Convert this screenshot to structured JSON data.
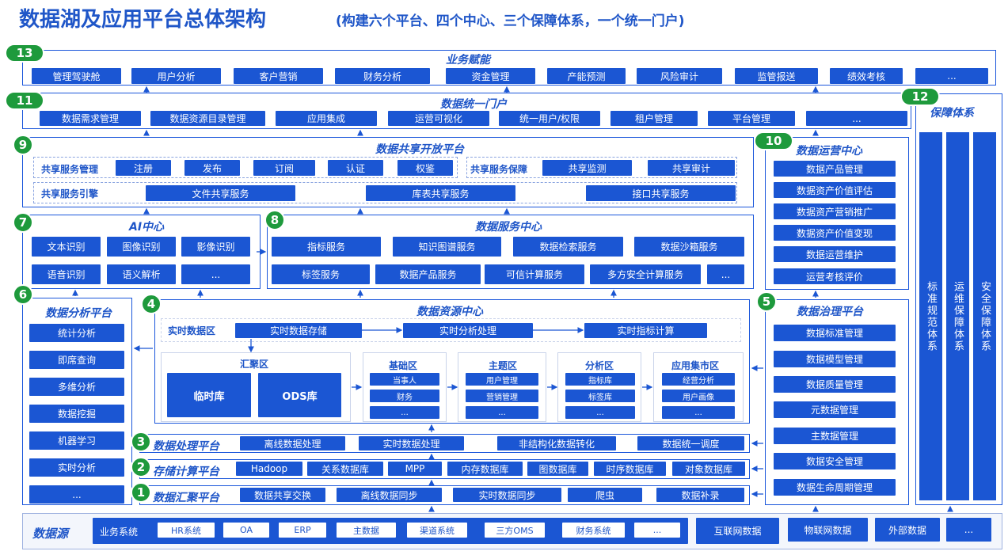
{
  "header": {
    "title": "数据湖及应用平台总体架构",
    "subtitle": "(构建六个平台、四个中心、三个保障体系，一个统一门户)"
  },
  "biz": {
    "num": "13",
    "title": "业务赋能",
    "items": [
      "管理驾驶舱",
      "用户分析",
      "客户营销",
      "财务分析",
      "资金管理",
      "产能预测",
      "风险审计",
      "监管报送",
      "绩效考核",
      "..."
    ]
  },
  "portal": {
    "num": "11",
    "title": "数据统一门户",
    "items": [
      "数据需求管理",
      "数据资源目录管理",
      "应用集成",
      "运营可视化",
      "统一用户/权限",
      "租户管理",
      "平台管理",
      "..."
    ]
  },
  "guard": {
    "num": "12",
    "title": "保障体系",
    "items": [
      "标准规范体系",
      "运维保障体系",
      "安全保障体系"
    ]
  },
  "share": {
    "num": "9",
    "title": "数据共享开放平台",
    "mgmt_label": "共享服务管理",
    "mgmt": [
      "注册",
      "发布",
      "订阅",
      "认证",
      "权鉴"
    ],
    "guard_label": "共享服务保障",
    "guard": [
      "共享监测",
      "共享审计"
    ],
    "engine_label": "共享服务引擎",
    "engine": [
      "文件共享服务",
      "库表共享服务",
      "接口共享服务"
    ]
  },
  "ops": {
    "num": "10",
    "title": "数据运营中心",
    "items": [
      "数据产品管理",
      "数据资产价值评估",
      "数据资产营销推广",
      "数据资产价值变现",
      "数据运营维护",
      "运营考核评价"
    ]
  },
  "ai": {
    "num": "7",
    "title": "AI中心",
    "items": [
      "文本识别",
      "图像识别",
      "影像识别",
      "语音识别",
      "语义解析",
      "..."
    ]
  },
  "svc": {
    "num": "8",
    "title": "数据服务中心",
    "items": [
      "指标服务",
      "知识图谱服务",
      "数据检索服务",
      "数据沙箱服务",
      "标签服务",
      "数据产品服务",
      "可信计算服务",
      "多方安全计算服务",
      "..."
    ]
  },
  "analysis": {
    "num": "6",
    "title": "数据分析平台",
    "items": [
      "统计分析",
      "即席查询",
      "多维分析",
      "数据挖掘",
      "机器学习",
      "实时分析",
      "..."
    ]
  },
  "resource": {
    "num": "4",
    "title": "数据资源中心",
    "rt_label": "实时数据区",
    "rt": [
      "实时数据存储",
      "实时分析处理",
      "实时指标计算"
    ],
    "hj": {
      "title": "汇聚区",
      "items": [
        "临时库",
        "ODS库"
      ]
    },
    "jc": {
      "title": "基础区",
      "items": [
        "当事人",
        "财务",
        "..."
      ]
    },
    "zt": {
      "title": "主题区",
      "items": [
        "用户管理",
        "营销管理",
        "..."
      ]
    },
    "fx": {
      "title": "分析区",
      "items": [
        "指标库",
        "标签库",
        "..."
      ]
    },
    "yy": {
      "title": "应用集市区",
      "items": [
        "经营分析",
        "用户画像",
        "..."
      ]
    }
  },
  "governance": {
    "num": "5",
    "title": "数据治理平台",
    "items": [
      "数据标准管理",
      "数据模型管理",
      "数据质量管理",
      "元数据管理",
      "主数据管理",
      "数据安全管理",
      "数据生命周期管理"
    ]
  },
  "proc": {
    "num": "3",
    "title": "数据处理平台",
    "items": [
      "离线数据处理",
      "实时数据处理",
      "非结构化数据转化",
      "数据统一调度"
    ]
  },
  "store": {
    "num": "2",
    "title": "存储计算平台",
    "items": [
      "Hadoop",
      "关系数据库",
      "MPP",
      "内存数据库",
      "图数据库",
      "时序数据库",
      "对象数据库"
    ]
  },
  "collect": {
    "num": "1",
    "title": "数据汇聚平台",
    "items": [
      "数据共享交换",
      "离线数据同步",
      "实时数据同步",
      "爬虫",
      "数据补录"
    ]
  },
  "source": {
    "title": "数据源",
    "biz_label": "业务系统",
    "biz": [
      "HR系统",
      "OA",
      "ERP",
      "主数据",
      "渠道系统",
      "三方OMS",
      "财务系统",
      "..."
    ],
    "others": [
      "互联网数据",
      "物联网数据",
      "外部数据",
      "..."
    ]
  },
  "colors": {
    "primary": "#1b56d3",
    "badge": "#1e9a3c",
    "title": "#1f56c8"
  }
}
